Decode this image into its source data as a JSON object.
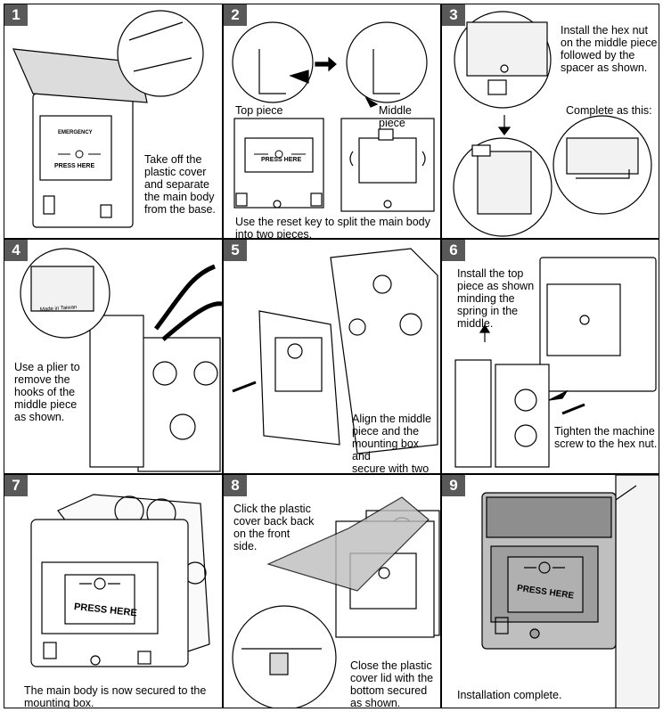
{
  "steps": [
    {
      "num": "1",
      "text": "Take off the\nplastic cover\nand separate\nthe main body\nfrom the base."
    },
    {
      "num": "2",
      "text": "Use the reset key to split the main body\ninto two pieces.",
      "top_piece": "Top piece",
      "middle_piece": "Middle piece"
    },
    {
      "num": "3",
      "text": "Install the hex nut\non the middle piece\nfollowed by the\nspacer as shown.",
      "complete": "Complete as this:"
    },
    {
      "num": "4",
      "text": "Use a plier to\nremove the\nhooks of the\nmiddle piece\nas shown."
    },
    {
      "num": "5",
      "text": "Align the middle\npiece and the\nmounting box and\nsecure with two\nscrews."
    },
    {
      "num": "6",
      "text": "Install the top\npiece as shown\nminding the\nspring in the\nmiddle.",
      "text2": "Tighten the machine\nscrew to the hex nut."
    },
    {
      "num": "7",
      "text": "The main body is now secured to the\nmounting box."
    },
    {
      "num": "8",
      "text": "Click the plastic\ncover back back\non the front\nside.",
      "text2": "Close the plastic\ncover lid with the\nbottom secured\nas shown."
    },
    {
      "num": "9",
      "text": "Installation complete."
    }
  ],
  "device": {
    "press_label": "PRESS HERE",
    "made_in": "Made in Taiwan"
  },
  "colors": {
    "badge": "#595959",
    "line": "#000000",
    "fill": "#ffffff",
    "gray": "#888888"
  }
}
